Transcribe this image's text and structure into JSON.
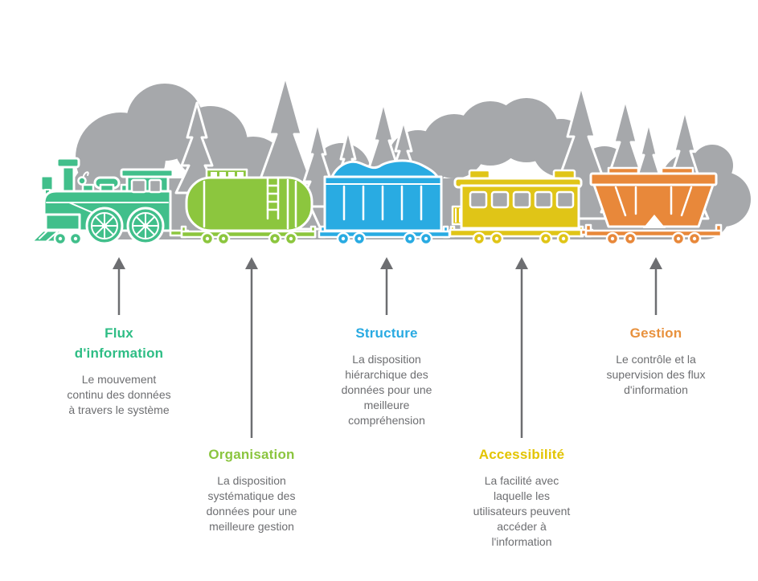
{
  "canvas": {
    "background_color": "#ffffff"
  },
  "illustration": {
    "forest_color": "#a6a8ab",
    "outline_color": "#ffffff",
    "train_cars": [
      {
        "name": "locomotive",
        "color": "#41bf8b"
      },
      {
        "name": "tank-car",
        "color": "#8cc63e"
      },
      {
        "name": "gondola-car",
        "color": "#29abe2"
      },
      {
        "name": "passenger-car",
        "color": "#e0c517"
      },
      {
        "name": "hopper-car",
        "color": "#e8883a"
      }
    ]
  },
  "arrow_color": "#6d6e71",
  "text_color": "#6d6e71",
  "items": [
    {
      "id": "flux-d-information",
      "title": "Flux\nd'information",
      "description": "Le mouvement\ncontinu des données\nà travers le système",
      "color": "#2ebd85",
      "row": "top"
    },
    {
      "id": "organisation",
      "title": "Organisation",
      "description": "La disposition\nsystématique des\ndonnées pour une\nmeilleure gestion",
      "color": "#8bc53f",
      "row": "bottom"
    },
    {
      "id": "structure",
      "title": "Structure",
      "description": "La disposition\nhiérarchique des\ndonnées pour une\nmeilleure\ncompréhension",
      "color": "#29aae2",
      "row": "top"
    },
    {
      "id": "accessibilite",
      "title": "Accessibilité",
      "description": "La facilité avec\nlaquelle les\nutilisateurs peuvent\naccéder à\nl'information",
      "color": "#e3c400",
      "row": "bottom"
    },
    {
      "id": "gestion",
      "title": "Gestion",
      "description": "Le contrôle et la\nsupervision des flux\nd'information",
      "color": "#e8913d",
      "row": "top"
    }
  ]
}
